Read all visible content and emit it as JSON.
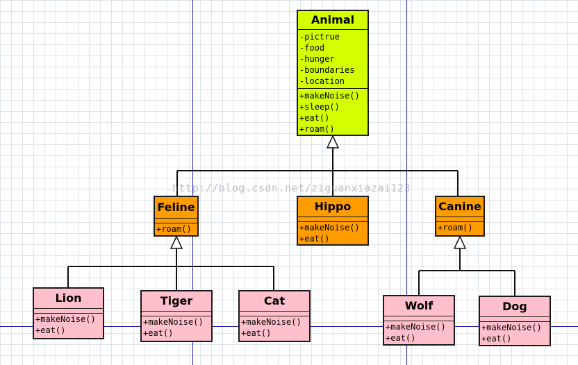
{
  "watermark": "http://blog.csdn.net/ziguanxiazai123",
  "colors": {
    "root": "#d4ff00",
    "middle": "#ff9d00",
    "leaf": "#ffc0cb"
  },
  "classes": {
    "animal": {
      "name": "Animal",
      "attributes": [
        "-pictrue",
        "-food",
        "-hunger",
        "-boundaries",
        "-location"
      ],
      "methods": [
        "+makeNoise()",
        "+sleep()",
        "+eat()",
        "+roam()"
      ]
    },
    "feline": {
      "name": "Feline",
      "methods": [
        "+roam()"
      ]
    },
    "hippo": {
      "name": "Hippo",
      "methods": [
        "+makeNoise()",
        "+eat()"
      ]
    },
    "canine": {
      "name": "Canine",
      "methods": [
        "+roam()"
      ]
    },
    "lion": {
      "name": "Lion",
      "methods": [
        "+makeNoise()",
        "+eat()"
      ]
    },
    "tiger": {
      "name": "Tiger",
      "methods": [
        "+makeNoise()",
        "+eat()"
      ]
    },
    "cat": {
      "name": "Cat",
      "methods": [
        "+makeNoise()",
        "+eat()"
      ]
    },
    "wolf": {
      "name": "Wolf",
      "methods": [
        "+makeNoise()",
        "+eat()"
      ]
    },
    "dog": {
      "name": "Dog",
      "methods": [
        "+makeNoise()",
        "+eat()"
      ]
    }
  }
}
